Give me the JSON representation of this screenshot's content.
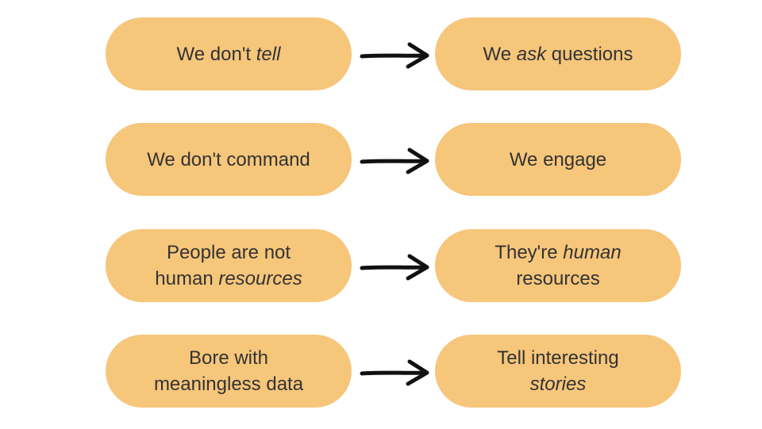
{
  "colors": {
    "pill_fill": "#f6c67b",
    "text": "#333333",
    "arrow": "#111111"
  },
  "rows": [
    {
      "from": {
        "line1": [
          "We don't ",
          "tell"
        ],
        "line2": []
      },
      "to": {
        "line1": [
          "We ",
          "ask",
          " questions"
        ],
        "line2": []
      }
    },
    {
      "from": {
        "line1": [
          "We don't command"
        ],
        "line2": []
      },
      "to": {
        "line1": [
          "We engage"
        ],
        "line2": []
      }
    },
    {
      "from": {
        "line1": [
          "People are not"
        ],
        "line2": [
          "human ",
          "resources"
        ]
      },
      "to": {
        "line1": [
          "They're ",
          "human"
        ],
        "line2": [
          "resources"
        ]
      }
    },
    {
      "from": {
        "line1": [
          "Bore with"
        ],
        "line2": [
          "meaningless data"
        ]
      },
      "to": {
        "line1": [
          "Tell interesting"
        ],
        "line2": [
          "stories"
        ]
      }
    }
  ]
}
